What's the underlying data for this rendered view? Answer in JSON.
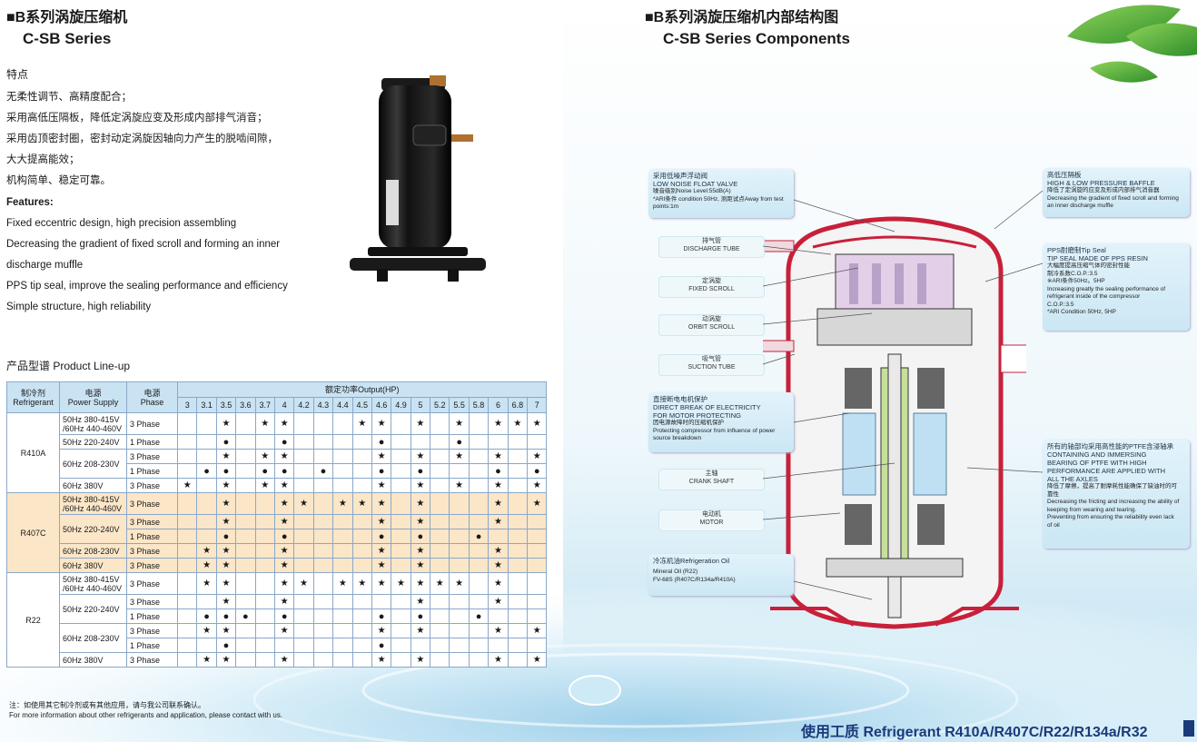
{
  "left_title_cn": "■B系列涡旋压缩机",
  "left_title_en": "C-SB Series",
  "right_title_cn": "■B系列涡旋压缩机内部结构图",
  "right_title_en": "C-SB Series Components",
  "features_cn_heading": "特点",
  "features_cn": [
    "无柔性调节、高精度配合；",
    "采用高低压隔板，降低定涡旋应变及形成内部排气消音；",
    "采用齿顶密封圈，密封动定涡旋因轴向力产生的脱啮间隙，",
    "大大提高能效；",
    "机构简单、稳定可靠。"
  ],
  "features_en_heading": "Features:",
  "features_en": [
    "Fixed eccentric design, high precision assembling",
    "Decreasing the gradient of fixed scroll and forming an inner",
    "discharge muffle",
    "PPS tip seal, improve the sealing performance and efficiency",
    "Simple structure, high reliability"
  ],
  "table_title": "产品型谱 Product Line-up",
  "table": {
    "h_refrigerant": "制冷剂\nRefrigerant",
    "h_power": "电源\nPower Supply",
    "h_phase": "电源\nPhase",
    "h_output": "额定功率Output(HP)",
    "hp": [
      "3",
      "3.1",
      "3.5",
      "3.6",
      "3.7",
      "4",
      "4.2",
      "4.3",
      "4.4",
      "4.5",
      "4.6",
      "4.9",
      "5",
      "5.2",
      "5.5",
      "5.8",
      "6",
      "6.8",
      "7"
    ],
    "groups": [
      {
        "refrigerant": "R410A",
        "cls": "gA",
        "rows": [
          {
            "power": "50Hz 380-415V\n/60Hz 440-460V",
            "power_span": 1,
            "phase": "3 Phase",
            "h": 24,
            "cells": [
              "",
              "",
              "★",
              "",
              "★",
              "★",
              "",
              "",
              "",
              "★",
              "★",
              "",
              "★",
              "",
              "★",
              "",
              "★",
              "★",
              "★"
            ]
          },
          {
            "power": "50Hz 220-240V",
            "power_span": 1,
            "phase": "1 Phase",
            "h": 16,
            "cells": [
              "",
              "",
              "●",
              "",
              "",
              "●",
              "",
              "",
              "",
              "",
              "●",
              "",
              "",
              "",
              "●",
              "",
              "",
              "",
              ""
            ]
          },
          {
            "power": "60Hz 208-230V",
            "power_span": 2,
            "phase": "3 Phase",
            "h": 16,
            "cells": [
              "",
              "",
              "★",
              "",
              "★",
              "★",
              "",
              "",
              "",
              "",
              "★",
              "",
              "★",
              "",
              "★",
              "",
              "★",
              "",
              "★"
            ]
          },
          {
            "power": "",
            "power_span": 0,
            "phase": "1 Phase",
            "h": 16,
            "cells": [
              "",
              "●",
              "●",
              "",
              "●",
              "●",
              "",
              "●",
              "",
              "",
              "●",
              "",
              "●",
              "",
              "",
              "",
              "●",
              "",
              "●"
            ]
          },
          {
            "power": "60Hz 380V",
            "power_span": 1,
            "phase": "3 Phase",
            "h": 16,
            "cells": [
              "★",
              "",
              "★",
              "",
              "★",
              "★",
              "",
              "",
              "",
              "",
              "★",
              "",
              "★",
              "",
              "★",
              "",
              "★",
              "",
              "★"
            ]
          }
        ]
      },
      {
        "refrigerant": "R407C",
        "cls": "gB",
        "rows": [
          {
            "power": "50Hz 380-415V\n/60Hz 440-460V",
            "power_span": 1,
            "phase": "3 Phase",
            "h": 24,
            "cells": [
              "",
              "",
              "★",
              "",
              "",
              "★",
              "★",
              "",
              "★",
              "★",
              "★",
              "",
              "★",
              "",
              "",
              "",
              "★",
              "",
              "★"
            ]
          },
          {
            "power": "50Hz 220-240V",
            "power_span": 2,
            "phase": "3 Phase",
            "h": 16,
            "cells": [
              "",
              "",
              "★",
              "",
              "",
              "★",
              "",
              "",
              "",
              "",
              "★",
              "",
              "★",
              "",
              "",
              "",
              "★",
              "",
              ""
            ]
          },
          {
            "power": "",
            "power_span": 0,
            "phase": "1 Phase",
            "h": 16,
            "cells": [
              "",
              "",
              "●",
              "",
              "",
              "●",
              "",
              "",
              "",
              "",
              "●",
              "",
              "●",
              "",
              "",
              "●",
              "",
              "",
              ""
            ]
          },
          {
            "power": "60Hz 208-230V",
            "power_span": 1,
            "phase": "3 Phase",
            "h": 16,
            "cells": [
              "",
              "★",
              "★",
              "",
              "",
              "★",
              "",
              "",
              "",
              "",
              "★",
              "",
              "★",
              "",
              "",
              "",
              "★",
              "",
              ""
            ]
          },
          {
            "power": "60Hz 380V",
            "power_span": 1,
            "phase": "3 Phase",
            "h": 16,
            "cells": [
              "",
              "★",
              "★",
              "",
              "",
              "★",
              "",
              "",
              "",
              "",
              "★",
              "",
              "★",
              "",
              "",
              "",
              "★",
              "",
              ""
            ]
          }
        ]
      },
      {
        "refrigerant": "R22",
        "cls": "gC",
        "rows": [
          {
            "power": "50Hz 380-415V\n/60Hz 440-460V",
            "power_span": 1,
            "phase": "3 Phase",
            "h": 24,
            "cells": [
              "",
              "★",
              "★",
              "",
              "",
              "★",
              "★",
              "",
              "★",
              "★",
              "★",
              "★",
              "★",
              "★",
              "★",
              "",
              "★",
              "",
              ""
            ]
          },
          {
            "power": "50Hz 220-240V",
            "power_span": 2,
            "phase": "3 Phase",
            "h": 16,
            "cells": [
              "",
              "",
              "★",
              "",
              "",
              "★",
              "",
              "",
              "",
              "",
              "",
              "",
              "★",
              "",
              "",
              "",
              "★",
              "",
              ""
            ]
          },
          {
            "power": "",
            "power_span": 0,
            "phase": "1 Phase",
            "h": 16,
            "cells": [
              "",
              "●",
              "●",
              "●",
              "",
              "●",
              "",
              "",
              "",
              "",
              "●",
              "",
              "●",
              "",
              "",
              "●",
              "",
              "",
              ""
            ]
          },
          {
            "power": "60Hz 208-230V",
            "power_span": 2,
            "phase": "3 Phase",
            "h": 16,
            "cells": [
              "",
              "★",
              "★",
              "",
              "",
              "★",
              "",
              "",
              "",
              "",
              "★",
              "",
              "★",
              "",
              "",
              "",
              "★",
              "",
              "★"
            ]
          },
          {
            "power": "",
            "power_span": 0,
            "phase": "1 Phase",
            "h": 16,
            "cells": [
              "",
              "",
              "●",
              "",
              "",
              "",
              "",
              "",
              "",
              "",
              "●",
              "",
              "",
              "",
              "",
              "",
              "",
              "",
              ""
            ]
          },
          {
            "power": "60Hz 380V",
            "power_span": 1,
            "phase": "3 Phase",
            "h": 16,
            "cells": [
              "",
              "★",
              "★",
              "",
              "",
              "★",
              "",
              "",
              "",
              "",
              "★",
              "",
              "★",
              "",
              "",
              "",
              "★",
              "",
              "★"
            ]
          }
        ]
      }
    ]
  },
  "note_cn": "注：如使用其它制冷剂或有其他应用，请与我公司联系确认。",
  "note_en": "For more information about other refrigerants and application, please contact with us.",
  "bottom_text": "使用工质 Refrigerant R410A/R407C/R22/R134a/R32",
  "callouts": {
    "float_valve": {
      "cn": "采用低噪声浮动阀",
      "en": "LOW NOISE FLOAT VALVE",
      "d1": "噪音级别Noise Level:55dB(A)",
      "d2": "*ARI条件 condition 50Hz, 测距试点Away from test",
      "d3": "points:1m"
    },
    "baffle": {
      "cn": "高低压隔板",
      "en": "HIGH & LOW PRESSURE BAFFLE",
      "d1": "降低了定涡旋的应变及形成内部排气消音器",
      "d2": "Decreasing the gradient of fixed scroll and forming",
      "d3": "an inner discharge muffle"
    },
    "tipseal": {
      "cn": "PPS耐磨制Tip Seal",
      "en": "TIP SEAL MADE OF PPS RESIN",
      "d1": "大幅度提高压缩气体的密封性能",
      "d2": "制冷系数C.O.P.:3.5",
      "d3": "※ARI条件50Hz。5HP",
      "d4": "Increasing greatly the sealing performance of",
      "d5": "refrigerant inside of the compressor",
      "d6": "C.O.P.:3.5",
      "d7": "*ARI Condition 50Hz, 5HP"
    },
    "motor_protect": {
      "cn": "直接断电电机保护",
      "en1": "DIRECT BREAK OF ELECTRICITY",
      "en2": "FOR MOTOR PROTECTING",
      "d1": "因电源故障时的压缩机保护",
      "d2": "Protecting compressor from influence of power",
      "d3": "source breakdown"
    },
    "ptfe": {
      "cn": "所有的轴部均采用高性能的PTFE含浸轴承",
      "en1": "CONTAINING AND IMMERSING",
      "en2": "BEARING OF PTFE WITH HIGH",
      "en3": "PERFORMANCE ARE APPLIED WITH",
      "en4": "ALL THE AXLES",
      "d1": "降低了摩擦，提高了耐摩耗性能确保了缺油时的可",
      "d2": "靠性",
      "d3": "Decreasing the fricting and increasing the ability of",
      "d4": "keeping from wearing and tearing.",
      "d5": "Preventing from ensuring the reliability even lack",
      "d6": "of oil"
    },
    "oil": {
      "cn": "冷冻机油Refrigeration Oil",
      "d1": "Mineral Oil (R22)",
      "d2": "FV-68S (R407C/R134a/R410A)"
    }
  },
  "labels": {
    "discharge": {
      "cn": "排气管",
      "en": "DISCHARGE TUBE"
    },
    "fixed": {
      "cn": "定涡旋",
      "en": "FIXED SCROLL"
    },
    "orbit": {
      "cn": "动涡旋",
      "en": "ORBIT SCROLL"
    },
    "suction": {
      "cn": "吸气管",
      "en": "SUCTION TUBE"
    },
    "crank": {
      "cn": "主轴",
      "en": "CRANK SHAFT"
    },
    "motor": {
      "cn": "电动机",
      "en": "MOTOR"
    }
  },
  "colors": {
    "shell": "#c8203a",
    "header_blue": "#c9e3f3",
    "r407c_band": "#fbe6c8",
    "brand": "#1a3a7a"
  }
}
